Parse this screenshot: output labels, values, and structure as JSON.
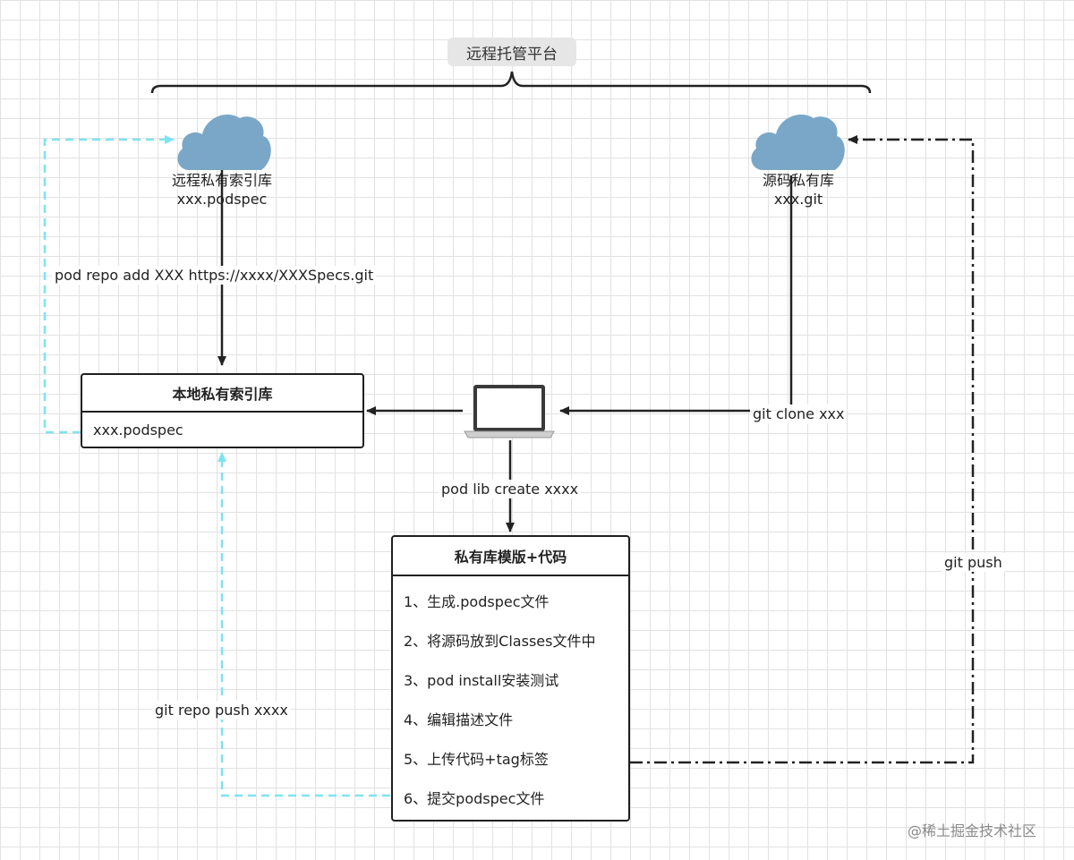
{
  "platform": {
    "label": "远程托管平台"
  },
  "clouds": {
    "index_repo": {
      "line1": "远程私有索引库",
      "line2": "xxx.podspec"
    },
    "source_repo": {
      "line1": "源码私有库",
      "line2": "xxx.git"
    }
  },
  "local_index": {
    "title": "本地私有索引库",
    "item": "xxx.podspec"
  },
  "template_box": {
    "title": "私有库模版+代码",
    "steps": [
      "1、生成.podspec文件",
      "2、将源码放到Classes文件中",
      "3、pod install安装测试",
      "4、编辑描述文件",
      "5、上传代码+tag标签",
      "6、提交podspec文件"
    ]
  },
  "edges": {
    "pod_repo_add": "pod repo add XXX https://xxxx/XXXSpecs.git",
    "git_clone": "git clone xxx",
    "pod_lib_create": "pod lib create xxxx",
    "git_push": "git push",
    "git_repo_push": "git repo push xxxx"
  },
  "colors": {
    "cloud": "#7aa7c7",
    "line": "#222222",
    "dashed_cyan": "#7fe3f0",
    "grid": "#e2e2e2"
  },
  "watermark": "@稀土掘金技术社区"
}
